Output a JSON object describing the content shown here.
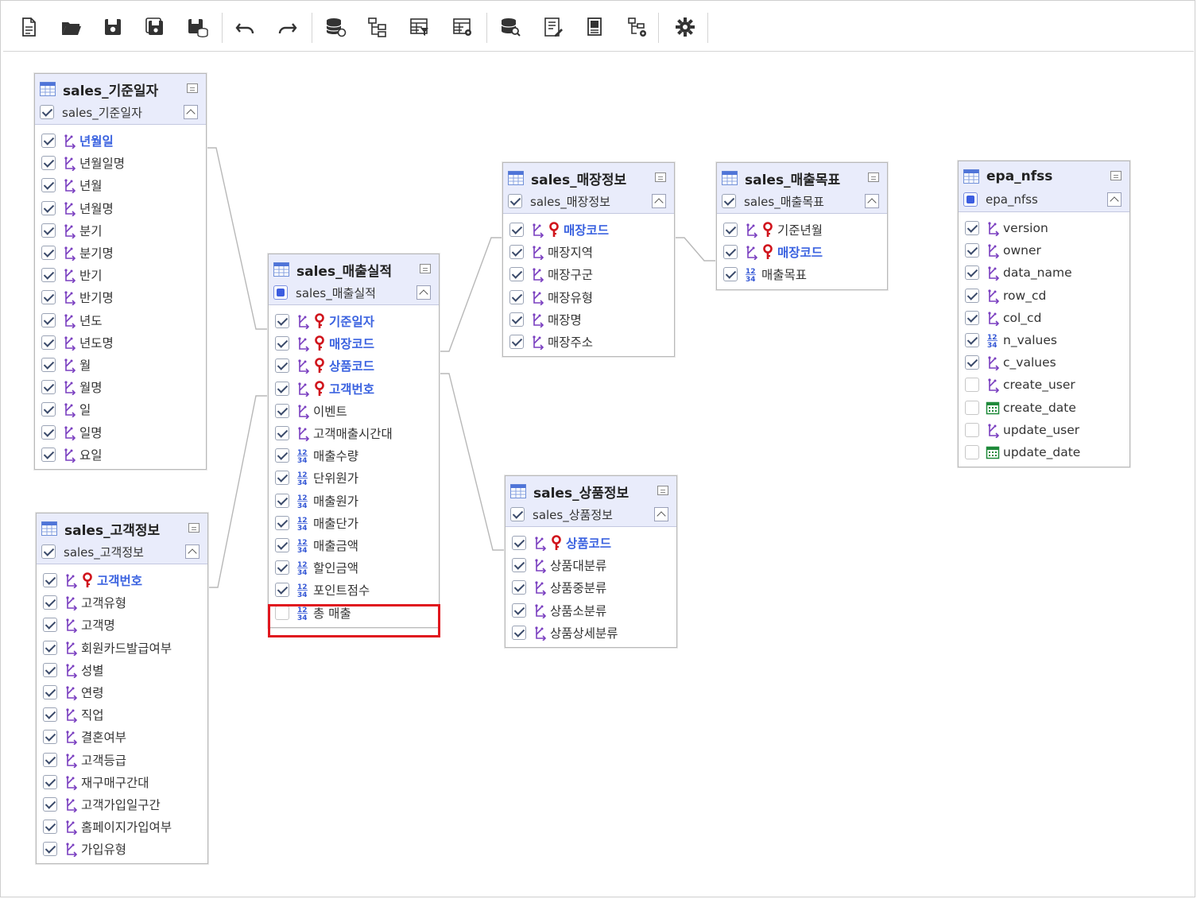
{
  "toolbar": {
    "buttons": [
      {
        "name": "new-file-button",
        "icon": "new-file-icon"
      },
      {
        "name": "open-folder-button",
        "icon": "folder-open-icon"
      },
      {
        "name": "save-button",
        "icon": "save-icon"
      },
      {
        "name": "save-as-button",
        "icon": "save-as-icon"
      },
      {
        "name": "save-db-button",
        "icon": "save-db-icon"
      },
      {
        "name": "undo-button",
        "icon": "undo-icon"
      },
      {
        "name": "redo-button",
        "icon": "redo-icon"
      },
      {
        "name": "data-source-button",
        "icon": "database-link-icon"
      },
      {
        "name": "tree-layout-button",
        "icon": "tree-icon"
      },
      {
        "name": "table-filter-button",
        "icon": "table-filter-icon"
      },
      {
        "name": "table-settings-button",
        "icon": "table-settings-icon"
      },
      {
        "name": "db-search-button",
        "icon": "database-search-icon"
      },
      {
        "name": "edit-list-button",
        "icon": "edit-list-icon"
      },
      {
        "name": "document-button",
        "icon": "document-icon"
      },
      {
        "name": "tree-settings-button",
        "icon": "tree-settings-icon"
      },
      {
        "name": "settings-button",
        "icon": "gear-icon"
      }
    ]
  },
  "tables": [
    {
      "id": "t_date",
      "title": "sales_기준일자",
      "alias": "sales_기준일자",
      "alias_state": "on",
      "columns": [
        {
          "name": "년월일",
          "type": "text",
          "key": false,
          "bold": true,
          "checked": true
        },
        {
          "name": "년월일명",
          "type": "text",
          "key": false,
          "bold": false,
          "checked": true
        },
        {
          "name": "년월",
          "type": "text",
          "key": false,
          "bold": false,
          "checked": true
        },
        {
          "name": "년월명",
          "type": "text",
          "key": false,
          "bold": false,
          "checked": true
        },
        {
          "name": "분기",
          "type": "text",
          "key": false,
          "bold": false,
          "checked": true
        },
        {
          "name": "분기명",
          "type": "text",
          "key": false,
          "bold": false,
          "checked": true
        },
        {
          "name": "반기",
          "type": "text",
          "key": false,
          "bold": false,
          "checked": true
        },
        {
          "name": "반기명",
          "type": "text",
          "key": false,
          "bold": false,
          "checked": true
        },
        {
          "name": "년도",
          "type": "text",
          "key": false,
          "bold": false,
          "checked": true
        },
        {
          "name": "년도명",
          "type": "text",
          "key": false,
          "bold": false,
          "checked": true
        },
        {
          "name": "월",
          "type": "text",
          "key": false,
          "bold": false,
          "checked": true
        },
        {
          "name": "월명",
          "type": "text",
          "key": false,
          "bold": false,
          "checked": true
        },
        {
          "name": "일",
          "type": "text",
          "key": false,
          "bold": false,
          "checked": true
        },
        {
          "name": "일명",
          "type": "text",
          "key": false,
          "bold": false,
          "checked": true
        },
        {
          "name": "요일",
          "type": "text",
          "key": false,
          "bold": false,
          "checked": true
        }
      ]
    },
    {
      "id": "t_cust",
      "title": "sales_고객정보",
      "alias": "sales_고객정보",
      "alias_state": "on",
      "columns": [
        {
          "name": "고객번호",
          "type": "text",
          "key": true,
          "bold": true,
          "checked": true
        },
        {
          "name": "고객유형",
          "type": "text",
          "key": false,
          "bold": false,
          "checked": true
        },
        {
          "name": "고객명",
          "type": "text",
          "key": false,
          "bold": false,
          "checked": true
        },
        {
          "name": "회원카드발급여부",
          "type": "text",
          "key": false,
          "bold": false,
          "checked": true
        },
        {
          "name": "성별",
          "type": "text",
          "key": false,
          "bold": false,
          "checked": true
        },
        {
          "name": "연령",
          "type": "text",
          "key": false,
          "bold": false,
          "checked": true
        },
        {
          "name": "직업",
          "type": "text",
          "key": false,
          "bold": false,
          "checked": true
        },
        {
          "name": "결혼여부",
          "type": "text",
          "key": false,
          "bold": false,
          "checked": true
        },
        {
          "name": "고객등급",
          "type": "text",
          "key": false,
          "bold": false,
          "checked": true
        },
        {
          "name": "재구매구간대",
          "type": "text",
          "key": false,
          "bold": false,
          "checked": true
        },
        {
          "name": "고객가입일구간",
          "type": "text",
          "key": false,
          "bold": false,
          "checked": true
        },
        {
          "name": "홈페이지가입여부",
          "type": "text",
          "key": false,
          "bold": false,
          "checked": true
        },
        {
          "name": "가입유형",
          "type": "text",
          "key": false,
          "bold": false,
          "checked": true
        }
      ]
    },
    {
      "id": "t_sales",
      "title": "sales_매출실적",
      "alias": "sales_매출실적",
      "alias_state": "part",
      "columns": [
        {
          "name": "기준일자",
          "type": "text",
          "key": true,
          "bold": true,
          "checked": true
        },
        {
          "name": "매장코드",
          "type": "text",
          "key": true,
          "bold": true,
          "checked": true
        },
        {
          "name": "상품코드",
          "type": "text",
          "key": true,
          "bold": true,
          "checked": true
        },
        {
          "name": "고객번호",
          "type": "text",
          "key": true,
          "bold": true,
          "checked": true
        },
        {
          "name": "이벤트",
          "type": "text",
          "key": false,
          "bold": false,
          "checked": true
        },
        {
          "name": "고객매출시간대",
          "type": "text",
          "key": false,
          "bold": false,
          "checked": true
        },
        {
          "name": "매출수량",
          "type": "number",
          "key": false,
          "bold": false,
          "checked": true
        },
        {
          "name": "단위원가",
          "type": "number",
          "key": false,
          "bold": false,
          "checked": true
        },
        {
          "name": "매출원가",
          "type": "number",
          "key": false,
          "bold": false,
          "checked": true
        },
        {
          "name": "매출단가",
          "type": "number",
          "key": false,
          "bold": false,
          "checked": true
        },
        {
          "name": "매출금액",
          "type": "number",
          "key": false,
          "bold": false,
          "checked": true
        },
        {
          "name": "할인금액",
          "type": "number",
          "key": false,
          "bold": false,
          "checked": true
        },
        {
          "name": "포인트점수",
          "type": "number",
          "key": false,
          "bold": false,
          "checked": true
        },
        {
          "name": "총 매출",
          "type": "number",
          "key": false,
          "bold": false,
          "checked": false
        }
      ]
    },
    {
      "id": "t_store",
      "title": "sales_매장정보",
      "alias": "sales_매장정보",
      "alias_state": "on",
      "columns": [
        {
          "name": "매장코드",
          "type": "text",
          "key": true,
          "bold": true,
          "checked": true
        },
        {
          "name": "매장지역",
          "type": "text",
          "key": false,
          "bold": false,
          "checked": true
        },
        {
          "name": "매장구군",
          "type": "text",
          "key": false,
          "bold": false,
          "checked": true
        },
        {
          "name": "매장유형",
          "type": "text",
          "key": false,
          "bold": false,
          "checked": true
        },
        {
          "name": "매장명",
          "type": "text",
          "key": false,
          "bold": false,
          "checked": true
        },
        {
          "name": "매장주소",
          "type": "text",
          "key": false,
          "bold": false,
          "checked": true
        }
      ]
    },
    {
      "id": "t_target",
      "title": "sales_매출목표",
      "alias": "sales_매출목표",
      "alias_state": "on",
      "columns": [
        {
          "name": "기준년월",
          "type": "text",
          "key": true,
          "bold": false,
          "checked": true
        },
        {
          "name": "매장코드",
          "type": "text",
          "key": true,
          "bold": true,
          "checked": true
        },
        {
          "name": "매출목표",
          "type": "number",
          "key": false,
          "bold": false,
          "checked": true
        }
      ]
    },
    {
      "id": "t_product",
      "title": "sales_상품정보",
      "alias": "sales_상품정보",
      "alias_state": "on",
      "columns": [
        {
          "name": "상품코드",
          "type": "text",
          "key": true,
          "bold": true,
          "checked": true
        },
        {
          "name": "상품대분류",
          "type": "text",
          "key": false,
          "bold": false,
          "checked": true
        },
        {
          "name": "상품중분류",
          "type": "text",
          "key": false,
          "bold": false,
          "checked": true
        },
        {
          "name": "상품소분류",
          "type": "text",
          "key": false,
          "bold": false,
          "checked": true
        },
        {
          "name": "상품상세분류",
          "type": "text",
          "key": false,
          "bold": false,
          "checked": true
        }
      ]
    },
    {
      "id": "t_epa",
      "title": "epa_nfss",
      "alias": "epa_nfss",
      "alias_state": "part",
      "columns": [
        {
          "name": "version",
          "type": "text",
          "key": false,
          "bold": false,
          "checked": true
        },
        {
          "name": "owner",
          "type": "text",
          "key": false,
          "bold": false,
          "checked": true
        },
        {
          "name": "data_name",
          "type": "text",
          "key": false,
          "bold": false,
          "checked": true
        },
        {
          "name": "row_cd",
          "type": "text",
          "key": false,
          "bold": false,
          "checked": true
        },
        {
          "name": "col_cd",
          "type": "text",
          "key": false,
          "bold": false,
          "checked": true
        },
        {
          "name": "n_values",
          "type": "number",
          "key": false,
          "bold": false,
          "checked": true
        },
        {
          "name": "c_values",
          "type": "text",
          "key": false,
          "bold": false,
          "checked": true
        },
        {
          "name": "create_user",
          "type": "text",
          "key": false,
          "bold": false,
          "checked": false
        },
        {
          "name": "create_date",
          "type": "date",
          "key": false,
          "bold": false,
          "checked": false
        },
        {
          "name": "update_user",
          "type": "text",
          "key": false,
          "bold": false,
          "checked": false
        },
        {
          "name": "update_date",
          "type": "date",
          "key": false,
          "bold": false,
          "checked": false
        }
      ]
    }
  ],
  "colors": {
    "key_text": "#3b63e0",
    "key_icon": "#d0141c",
    "text_icon": "#7a3fc0",
    "number_icon": "#3457d5",
    "date_icon": "#1f8a3a",
    "highlight": "#e0161e",
    "header_bg": "#e9ecfb"
  }
}
